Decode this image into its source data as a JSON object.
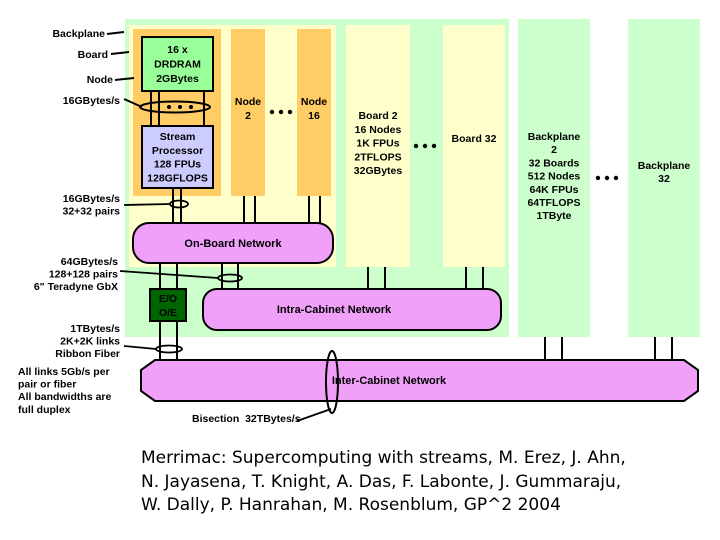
{
  "colors": {
    "backplane": "#ccffcc",
    "board": "#ffffcc",
    "node": "#ffcc66",
    "memory": "#99ff99",
    "processor": "#ccccff",
    "network": "#f0a0f8",
    "eo": "#006600",
    "eo_text": "#ffffff",
    "line": "#000000"
  },
  "left_labels": {
    "backplane": "Backplane",
    "board": "Board",
    "node": "Node",
    "mem_bw": "16GBytes/s",
    "proc_bw": [
      "16GBytes/s",
      "32+32 pairs"
    ],
    "board_bw": [
      "64GBytes/s",
      "128+128 pairs",
      "6\" Teradyne GbX"
    ],
    "fiber_bw": [
      "1TBytes/s",
      "2K+2K links",
      "Ribbon Fiber"
    ],
    "notes": [
      "All links 5Gb/s per",
      "pair or fiber",
      "All bandwidths are",
      "full duplex"
    ]
  },
  "node1": {
    "memory": [
      "16 x",
      "DRDRAM",
      "2GBytes"
    ],
    "processor": [
      "Stream",
      "Processor",
      "128 FPUs",
      "128GFLOPS"
    ]
  },
  "nodes": [
    {
      "label": [
        "Node",
        "2"
      ]
    },
    {
      "label": [
        "Node",
        "16"
      ]
    }
  ],
  "boards": [
    {
      "label": [
        "Board 2",
        "16 Nodes",
        "1K FPUs",
        "2TFLOPS",
        "32GBytes"
      ]
    },
    {
      "label": [
        "Board 32"
      ]
    }
  ],
  "backplanes": [
    {
      "label": [
        "Backplane",
        "2",
        "32 Boards",
        "512 Nodes",
        "64K FPUs",
        "64TFLOPS",
        "1TByte"
      ]
    },
    {
      "label": [
        "Backplane",
        "32"
      ]
    }
  ],
  "eo": [
    "E/O",
    "O/E"
  ],
  "networks": {
    "on_board": "On-Board Network",
    "intra_cabinet": "Intra-Cabinet Network",
    "inter_cabinet": "Inter-Cabinet Network"
  },
  "bisection": "Bisection  32TBytes/s",
  "ellipsis": "• • •",
  "caption": [
    "Merrimac: Supercomputing with streams, M. Erez, J. Ahn,",
    "N. Jayasena, T. Knight, A. Das, F. Labonte, J. Gummaraju,",
    "W. Dally, P. Hanrahan, M. Rosenblum, GP^2 2004"
  ]
}
